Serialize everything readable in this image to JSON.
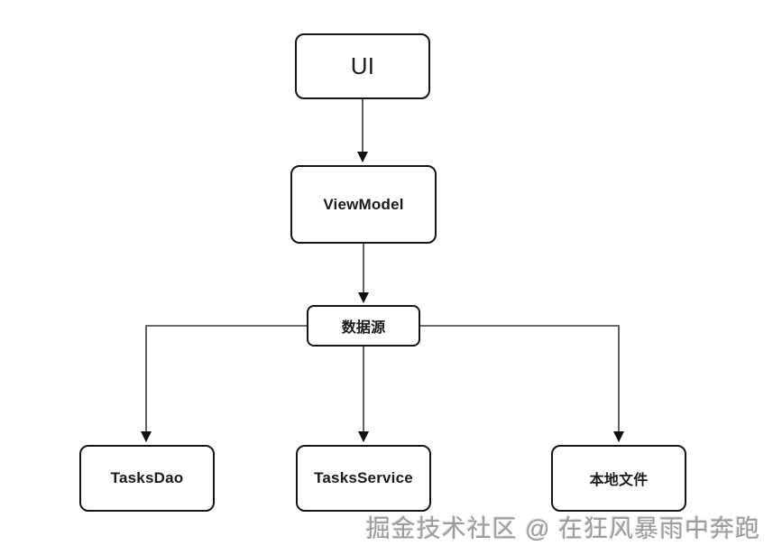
{
  "diagram": {
    "nodes": [
      {
        "id": "ui",
        "label": "UI"
      },
      {
        "id": "viewmodel",
        "label": "ViewModel"
      },
      {
        "id": "datasource",
        "label": "数据源"
      },
      {
        "id": "tasksdao",
        "label": "TasksDao"
      },
      {
        "id": "tasksservice",
        "label": "TasksService"
      },
      {
        "id": "localfile",
        "label": "本地文件"
      }
    ],
    "edges": [
      {
        "from": "ui",
        "to": "viewmodel"
      },
      {
        "from": "viewmodel",
        "to": "datasource"
      },
      {
        "from": "datasource",
        "to": "tasksdao"
      },
      {
        "from": "datasource",
        "to": "tasksservice"
      },
      {
        "from": "datasource",
        "to": "localfile"
      }
    ],
    "colors": {
      "line": "#3a3a3a",
      "arrowhead": "#111111",
      "box_border": "#141414",
      "box_fill": "#ffffff",
      "text": "#1a1a1a"
    }
  },
  "watermark": {
    "text": "掘金技术社区 @ 在狂风暴雨中奔跑",
    "color": "#9b9b9b"
  }
}
